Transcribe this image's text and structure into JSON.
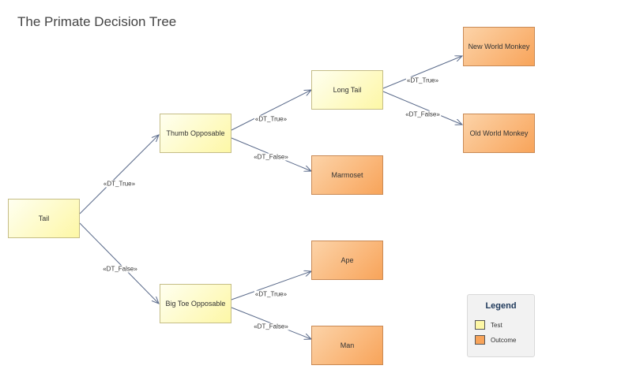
{
  "title": "The Primate Decision Tree",
  "nodes": {
    "tail": "Tail",
    "thumb": "Thumb Opposable",
    "bigtoe": "Big Toe Opposable",
    "longtail": "Long Tail",
    "marmoset": "Marmoset",
    "ape": "Ape",
    "man": "Man",
    "nwm": "New World Monkey",
    "owm": "Old World Monkey"
  },
  "edges": {
    "tail_thumb": "«DT_True»",
    "tail_bigtoe": "«DT_False»",
    "thumb_longtail": "«DT_True»",
    "thumb_marmoset": "«DT_False»",
    "bigtoe_ape": "«DT_True»",
    "bigtoe_man": "«DT_False»",
    "longtail_nwm": "«DT_True»",
    "longtail_owm": "«DT_False»"
  },
  "legend": {
    "title": "Legend",
    "items": [
      {
        "label": "Test",
        "color": "#fdf7a6"
      },
      {
        "label": "Outcome",
        "color": "#f8a45a"
      }
    ]
  },
  "colors": {
    "test_fill": "#fdf7a6",
    "outcome_fill": "#f8a45a",
    "connector": "#5a6a8a"
  }
}
